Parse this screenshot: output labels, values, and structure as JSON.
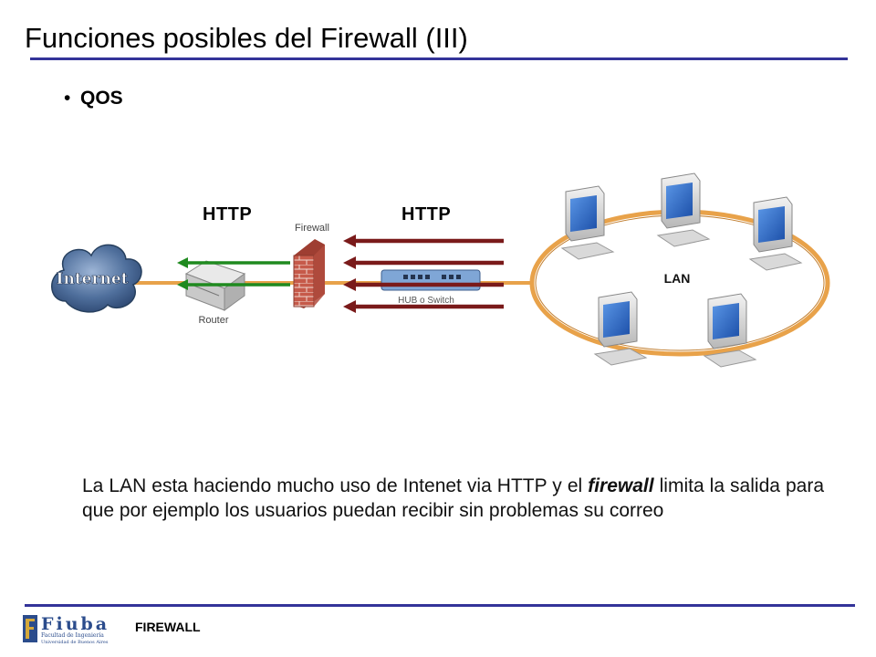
{
  "slide": {
    "title": "Funciones posibles del Firewall (III)",
    "bullet": "QOS",
    "footer": "FIREWALL"
  },
  "diagram": {
    "label_left": "HTTP",
    "label_right": "HTTP",
    "internet_label": "Internet",
    "router_label": "Router",
    "firewall_label": "Firewall",
    "switch_label": "HUB o Switch",
    "lan_label": "LAN",
    "colors": {
      "outbound_limited": "#1f8a1f",
      "inbound": "#7a1a1a",
      "lan_ring": "#e8a24a",
      "link": "#e8a24a"
    }
  },
  "caption": {
    "part1": "La LAN esta haciendo mucho uso de Intenet via HTTP y el ",
    "emphasis": "firewall",
    "part2": " limita la salida para que por ejemplo los usuarios puedan recibir sin problemas su correo"
  },
  "logo": {
    "name": "Fiuba",
    "line1": "Facultad de Ingeniería",
    "line2": "Universidad de Buenos Aires"
  }
}
